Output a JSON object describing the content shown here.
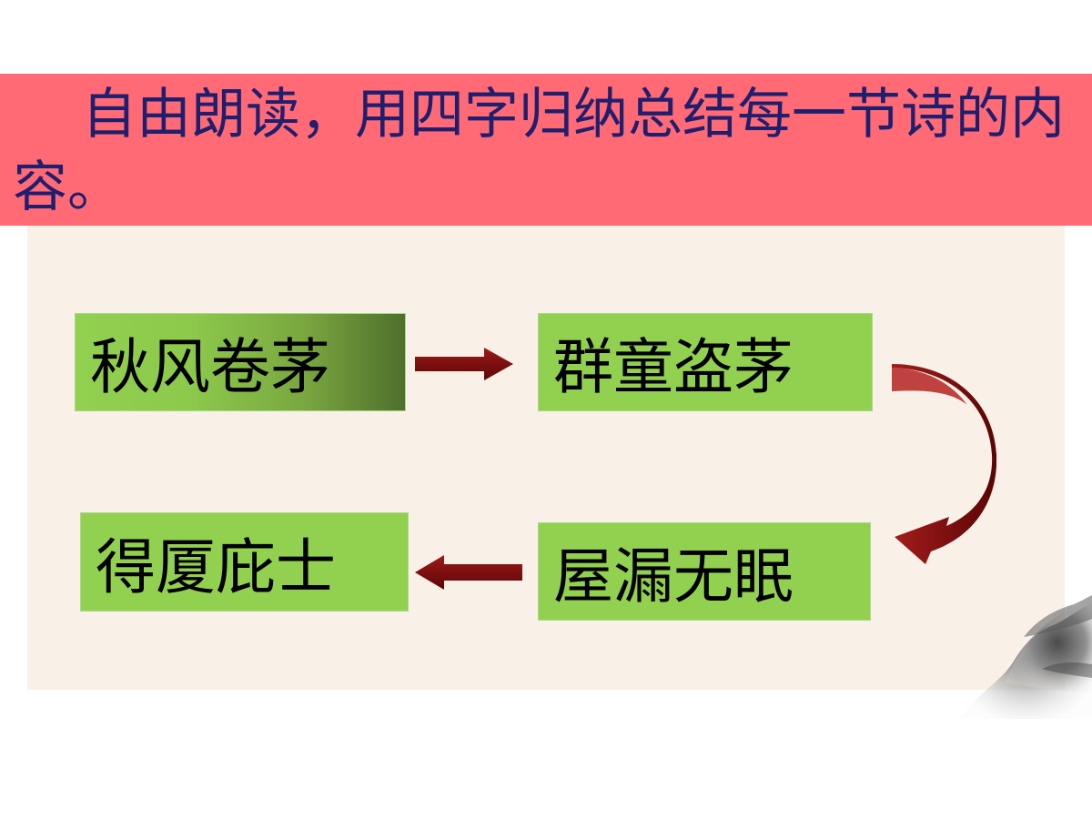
{
  "slide": {
    "title": "自由朗读，用四字归纳总结每一节诗的内容。",
    "flow": [
      "秋风卷茅",
      "群童盗茅",
      "屋漏无眠",
      "得厦庇士"
    ]
  },
  "colors": {
    "title_band": "#ff6a75",
    "title_text": "#1f1f6e",
    "panel": "#f9f1e7",
    "box_fill": "#92d050",
    "arrow": "#7b0b0b"
  },
  "icons": {
    "decoration": "ink-mountain-illustration",
    "arrows": [
      "arrow-right-icon",
      "arrow-curved-down-icon",
      "arrow-left-icon"
    ]
  }
}
